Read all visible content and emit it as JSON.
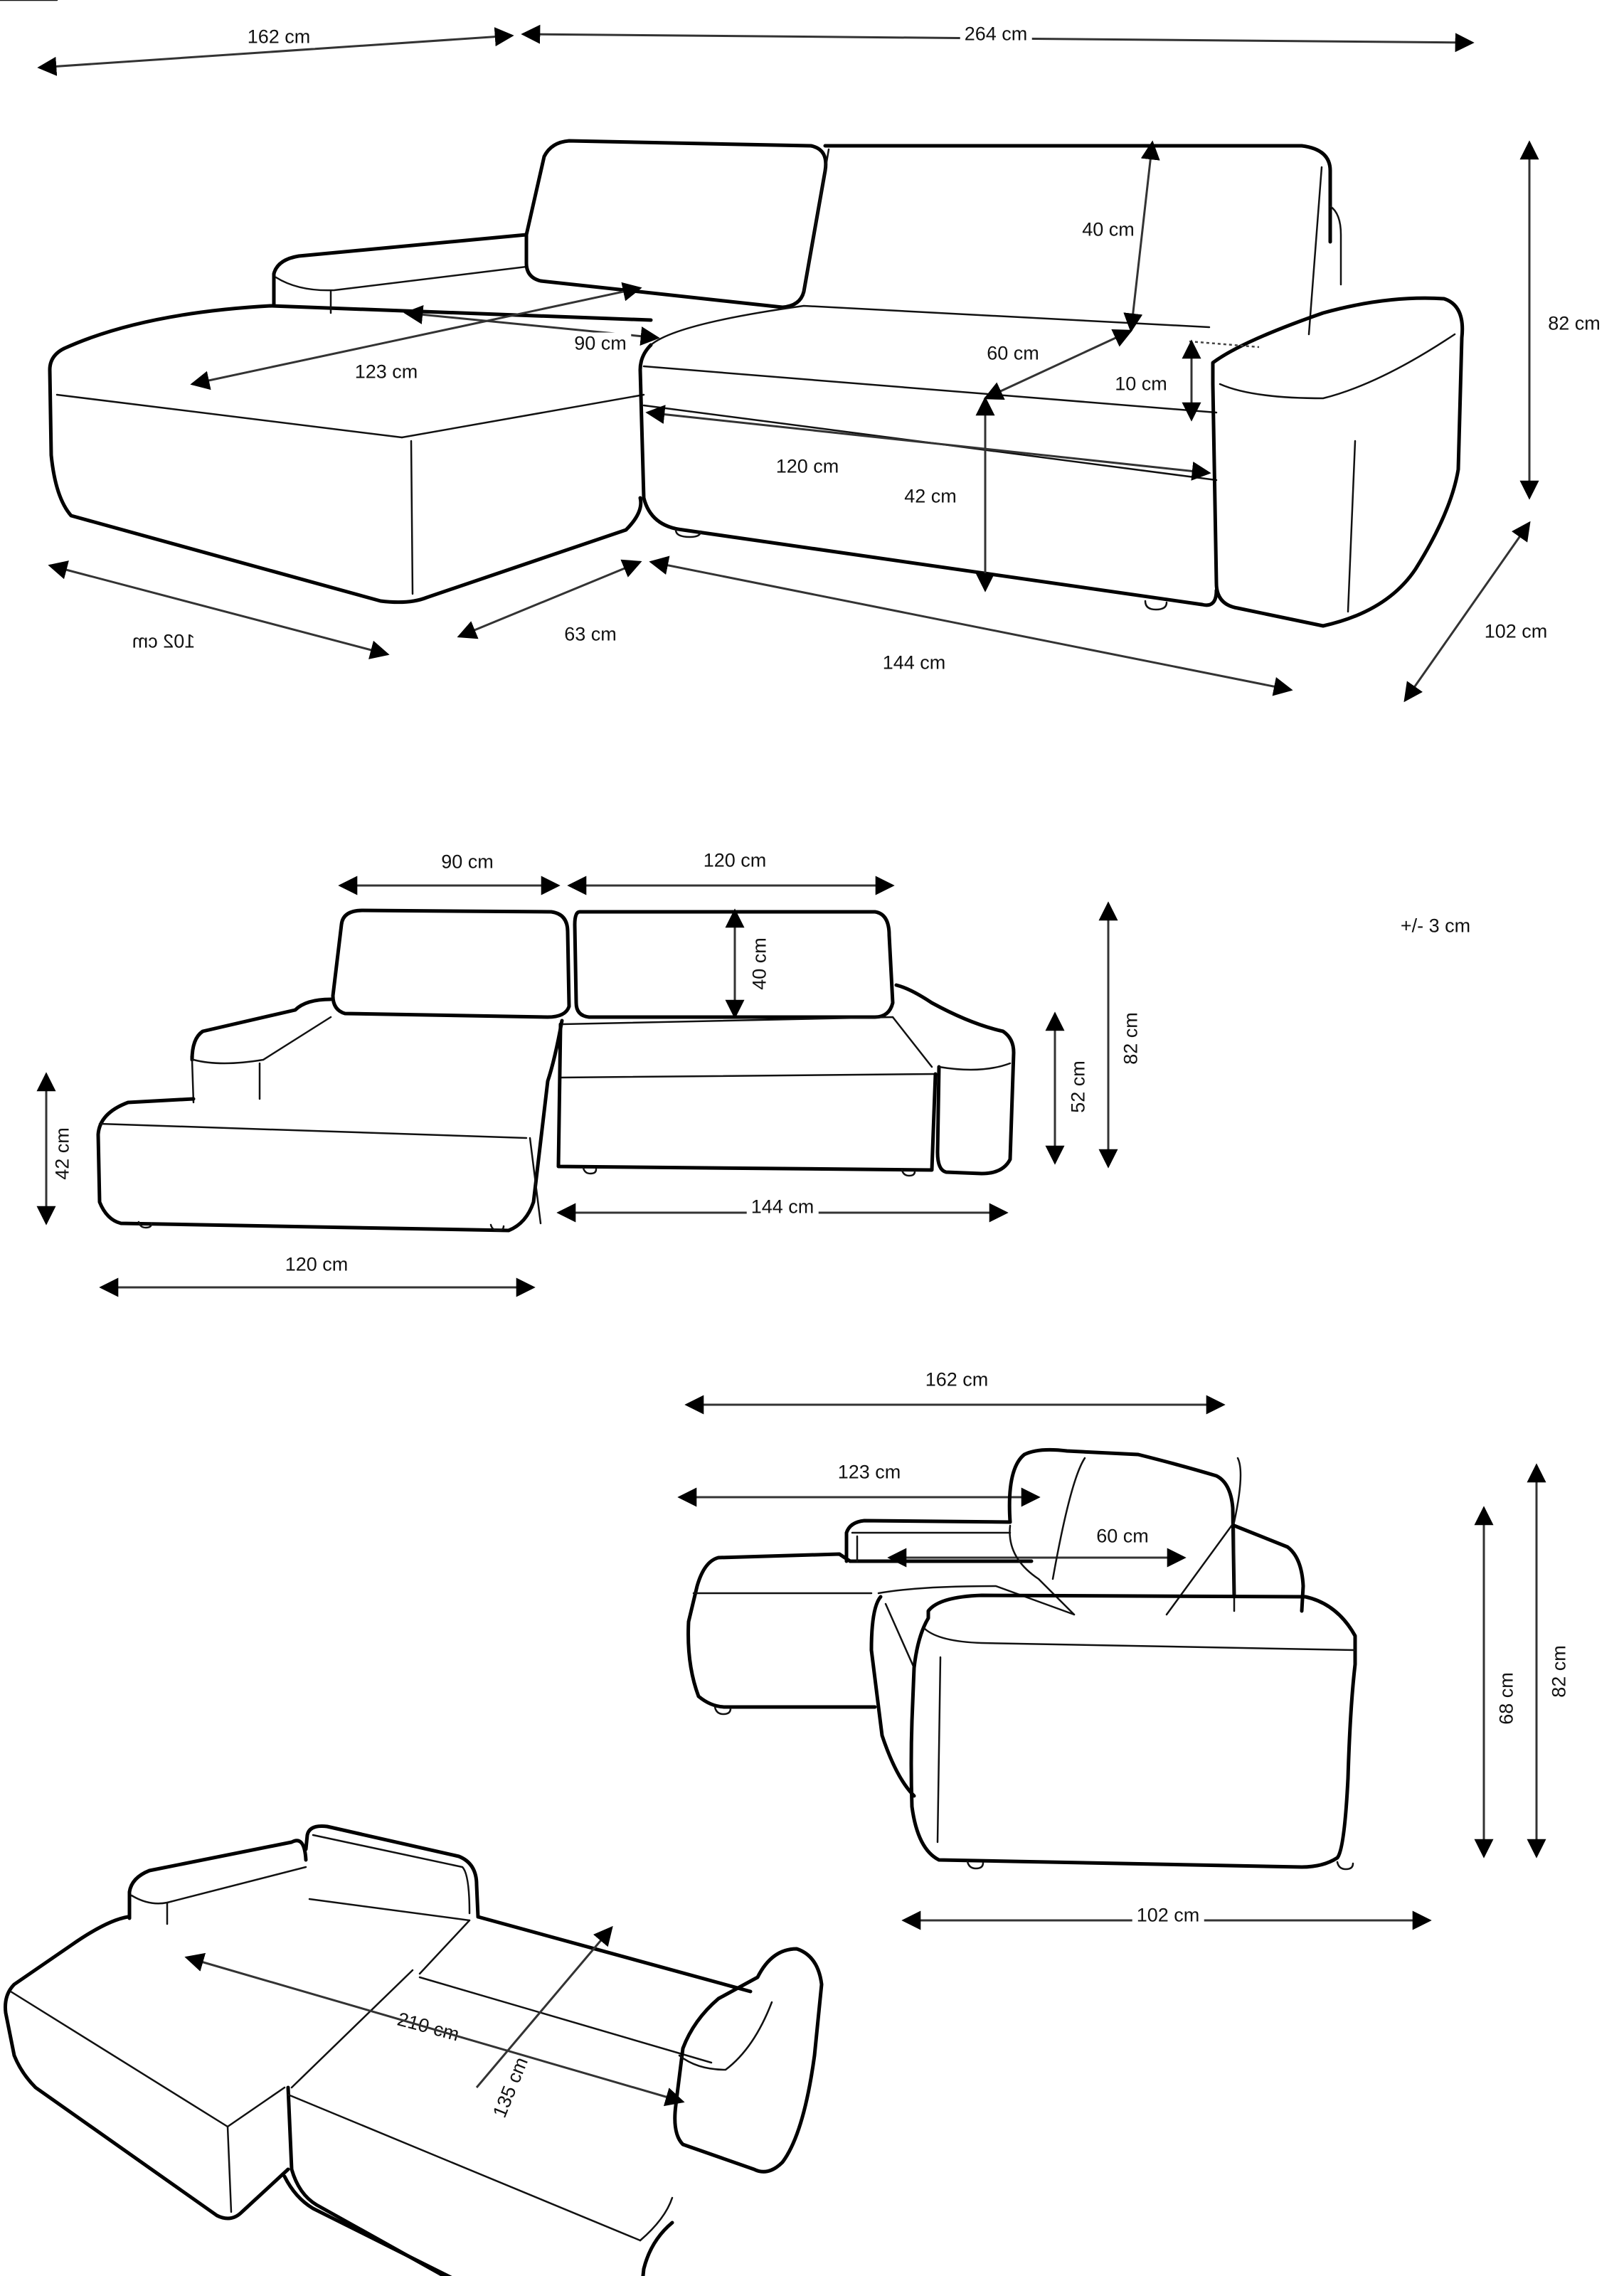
{
  "drawing": {
    "subject": "corner sofa dimension drawing",
    "stroke_color": "#000000",
    "background": "#ffffff"
  },
  "tolerance": "+/- 3 cm",
  "views": {
    "perspective": {
      "labels": {
        "total_left_width": "162 cm",
        "total_right_width": "264 cm",
        "back_cushion_height": "40 cm",
        "total_height": "82 cm",
        "chaise_seat_width": "90 cm",
        "chaise_seat_depth": "123 cm",
        "seat_depth": "60 cm",
        "seat_cushion_thickness": "10 cm",
        "seat_width": "120 cm",
        "seat_height": "42 cm",
        "right_depth": "102 cm",
        "left_depth_mirrored": "102 cm",
        "chaise_front": "63 cm",
        "main_front": "144 cm"
      }
    },
    "front": {
      "labels": {
        "left_back_width": "90 cm",
        "right_back_width": "120 cm",
        "back_cushion_height": "40 cm",
        "arm_height": "52 cm",
        "total_height": "82 cm",
        "seat_height": "42 cm",
        "main_width": "144 cm",
        "chaise_width": "120 cm"
      }
    },
    "side": {
      "labels": {
        "total_length": "162 cm",
        "chaise_length": "123 cm",
        "seat_depth": "60 cm",
        "arm_height": "68 cm",
        "total_height": "82 cm",
        "depth": "102 cm"
      }
    },
    "bed": {
      "labels": {
        "bed_length": "210 cm",
        "bed_width": "135 cm"
      }
    }
  }
}
